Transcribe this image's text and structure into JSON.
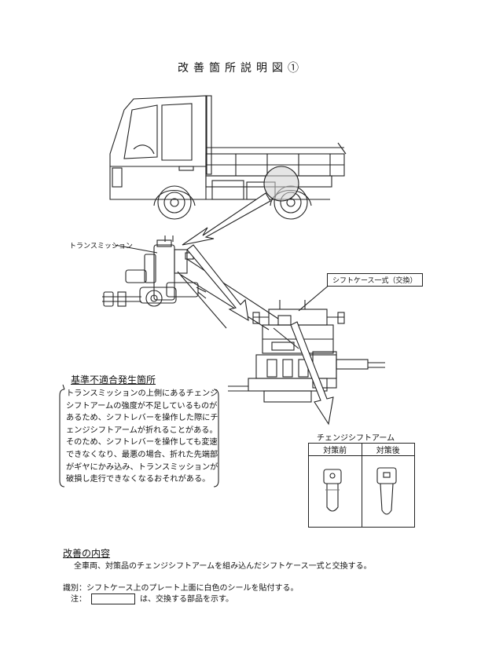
{
  "header": {
    "title": "改善箇所説明図①"
  },
  "labels": {
    "transmission": "トランスミッション",
    "shift_case": "シフトケース一式（交換）",
    "change_shift_arm": "チェンジシフトアーム"
  },
  "defect": {
    "heading": "基準不適合発生箇所",
    "description": "トランスミッションの上側にあるチェンジシフトアームの強度が不足しているものがあるため、シフトレバーを操作した際にチェンジシフトアームが折れることがある。そのため、シフトレバーを操作しても変速できなくなり、最悪の場合、折れた先端部がギヤにかみ込み、トランスミッションが破損し走行できなくなるおそれがある。"
  },
  "comparison": {
    "before": "対策前",
    "after": "対策後"
  },
  "improvement": {
    "heading": "改善の内容",
    "body": "全車両、対策品のチェンジシフトアームを組み込んだシフトケース一式と交換する。"
  },
  "identification": "識別：シフトケース上のプレート上面に白色のシールを貼付する。",
  "note": {
    "prefix": "注：",
    "suffix": "は、交換する部品を示す。"
  }
}
